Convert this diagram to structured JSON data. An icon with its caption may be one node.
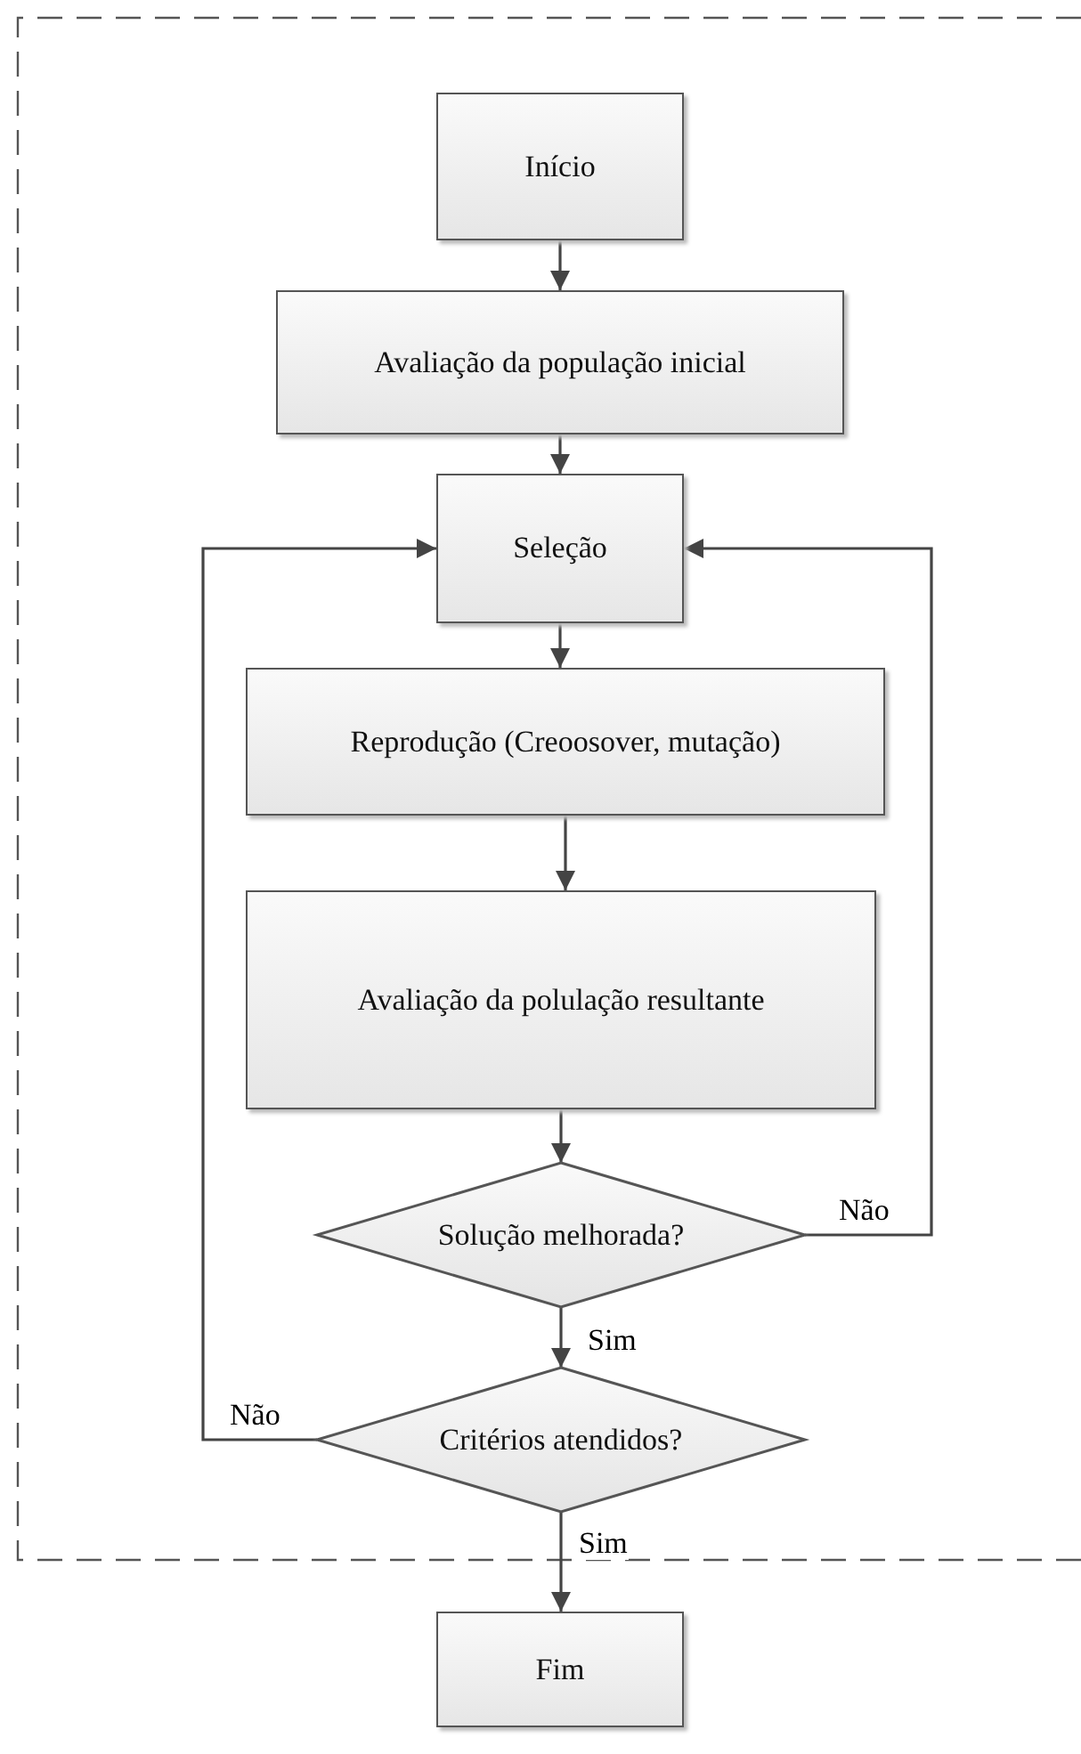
{
  "diagram": {
    "nodes": [
      {
        "text": [
          "Início"
        ]
      },
      {
        "text": [
          "Avaliação da população inicial"
        ]
      },
      {
        "text": [
          "Seleção"
        ]
      },
      {
        "text": [
          "Reprodução (Creoosover, mutação)"
        ]
      },
      {
        "text": [
          "Avaliação da polulação resultante"
        ]
      },
      {
        "text": [
          "Solução melhorada?"
        ]
      },
      {
        "text": [
          "Critérios atendidos?"
        ]
      },
      {
        "text": [
          "Fim"
        ]
      }
    ],
    "edges": [
      {
        "from": 0,
        "to": 1,
        "arrow": "to"
      },
      {
        "from": 1,
        "to": 2,
        "arrow": "to"
      },
      {
        "from": 2,
        "to": 3,
        "arrow": "to"
      },
      {
        "from": 3,
        "to": 4,
        "arrow": "to"
      },
      {
        "from": 4,
        "to": 5,
        "arrow": "to"
      },
      {
        "from": 5,
        "to": 6,
        "arrow": "to",
        "label": "Sim"
      },
      {
        "from": 5,
        "to": 2,
        "arrow": "to",
        "label": "Não"
      },
      {
        "from": 6,
        "to": 2,
        "arrow": "to",
        "label": "Não"
      },
      {
        "from": 6,
        "to": 7,
        "arrow": "to",
        "label": "Sim"
      }
    ]
  }
}
